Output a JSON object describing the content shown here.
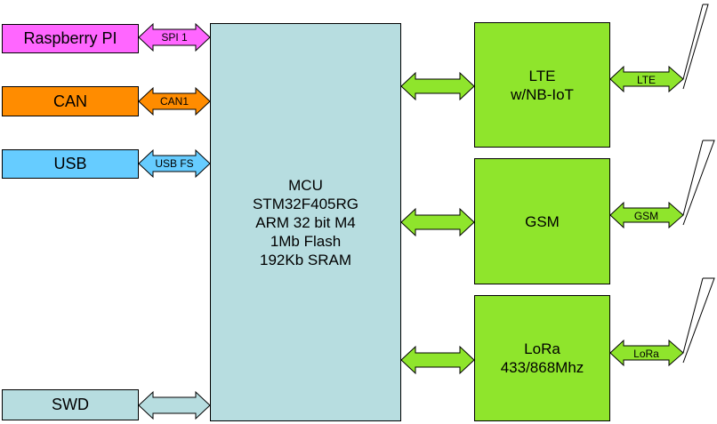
{
  "colors": {
    "rpi": "#ff66ff",
    "can": "#ff8c00",
    "usb": "#66ccff",
    "mcu": "#b7dde0",
    "radio": "#8fe52c",
    "swd": "#b7dde0",
    "arrow_swd": "#b7dde0"
  },
  "peripherals": {
    "rpi": "Raspberry PI",
    "can": "CAN",
    "usb": "USB",
    "swd": "SWD"
  },
  "buses": {
    "rpi": "SPI 1",
    "can": "CAN1",
    "usb": "USB FS"
  },
  "mcu": {
    "lines": [
      "MCU",
      "STM32F405RG",
      "ARM 32 bit M4",
      "1Mb Flash",
      "192Kb SRAM"
    ]
  },
  "radios": {
    "lte": {
      "line1": "LTE",
      "line2": "w/NB-IoT",
      "antenna_label": "LTE"
    },
    "gsm": {
      "line1": "GSM",
      "antenna_label": "GSM"
    },
    "lora": {
      "line1": "LoRa",
      "line2": "433/868Mhz",
      "antenna_label": "LoRa"
    }
  }
}
